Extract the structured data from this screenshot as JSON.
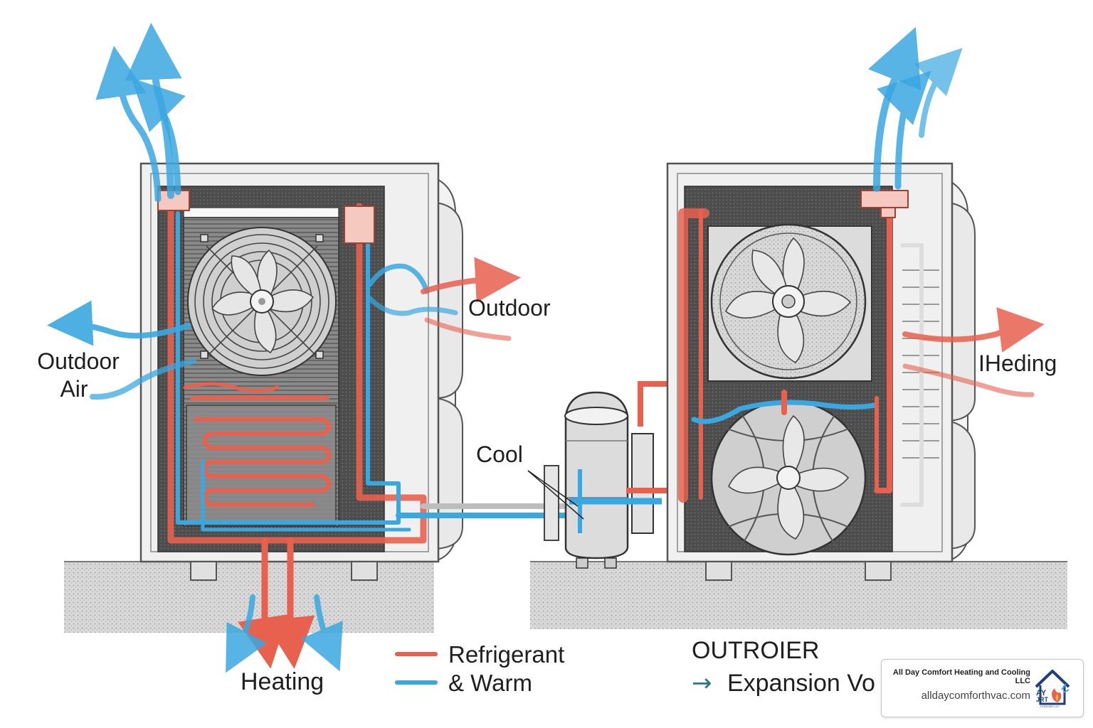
{
  "labels": {
    "outdoor_air_line1": "Outdoor",
    "outdoor_air_line2": "Air",
    "outdoor": "Outdoor",
    "cool": "Cool",
    "heding": "IHeding",
    "heating": "Heating"
  },
  "legend": {
    "red_label": "Refrigerant",
    "blue_label": "& Warm",
    "red_color": "#e8604e",
    "blue_color": "#3aa8e0"
  },
  "secondary_legend": {
    "title": "OUTROIER",
    "arrow_glyph": "→",
    "item": "Expansion Vo"
  },
  "brand": {
    "name": "All Day Comfort Heating and Cooling LLC",
    "url": "alldaycomforthvac.com",
    "logo_text_top": "AY",
    "logo_text_mid": "JRT",
    "logo_text_small": "COOLING LLC"
  },
  "colors": {
    "hot": "#e8604e",
    "cold": "#3aa8e0",
    "teal_arrow": "#2b7a78",
    "cabinet": "#efefef",
    "cabinet_edge": "#555555",
    "ground": "#d8d8d8"
  }
}
